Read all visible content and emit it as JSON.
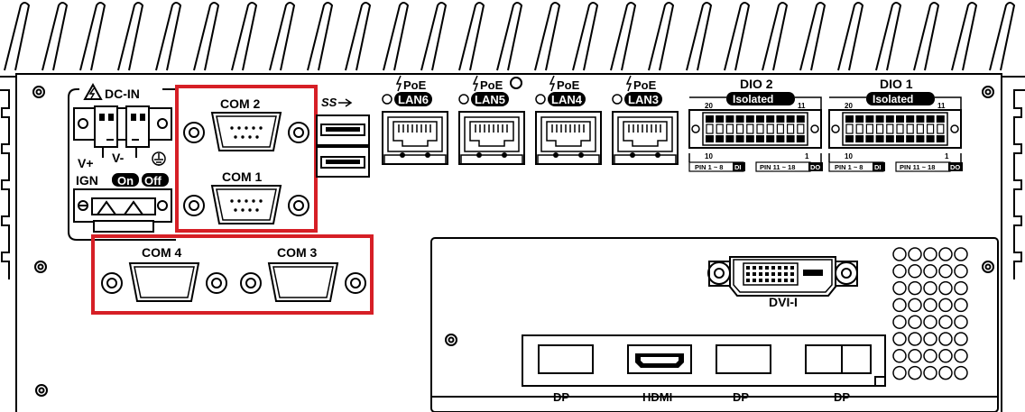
{
  "power": {
    "dc_in_label": "DC-IN",
    "v_plus_label": "V+",
    "v_minus_label": "V-",
    "ign_label": "IGN",
    "on_label": "On",
    "off_label": "Off"
  },
  "serial_ports": {
    "com2_label": "COM 2",
    "com1_label": "COM 1",
    "com4_label": "COM 4",
    "com3_label": "COM 3"
  },
  "usb": {
    "logo_label": "SS"
  },
  "lan_ports": [
    {
      "poe_label": "PoE",
      "label": "LAN6"
    },
    {
      "poe_label": "PoE",
      "label": "LAN5"
    },
    {
      "poe_label": "PoE",
      "label": "LAN4"
    },
    {
      "poe_label": "PoE",
      "label": "LAN3"
    }
  ],
  "dio_blocks": [
    {
      "title": "DIO 2",
      "isolated_label": "Isolated",
      "pin_top_left": "20",
      "pin_top_right": "11",
      "pin_bottom_left": "10",
      "pin_bottom_right": "1",
      "range_low": "PIN 1 ~ 8",
      "tag_low": "DI",
      "range_high": "PIN 11 ~ 18",
      "tag_high": "DO"
    },
    {
      "title": "DIO 1",
      "isolated_label": "Isolated",
      "pin_top_left": "20",
      "pin_top_right": "11",
      "pin_bottom_left": "10",
      "pin_bottom_right": "1",
      "range_low": "PIN 1 ~ 8",
      "tag_low": "DI",
      "range_high": "PIN 11 ~ 18",
      "tag_high": "DO"
    }
  ],
  "video": {
    "dvi_label": "DVI-I",
    "dp1_label": "DP",
    "hdmi_label": "HDMI",
    "dp2_label": "DP",
    "dp3_label": "DP"
  },
  "colors": {
    "highlight": "#d61f26",
    "line": "#000000",
    "background": "#ffffff"
  }
}
